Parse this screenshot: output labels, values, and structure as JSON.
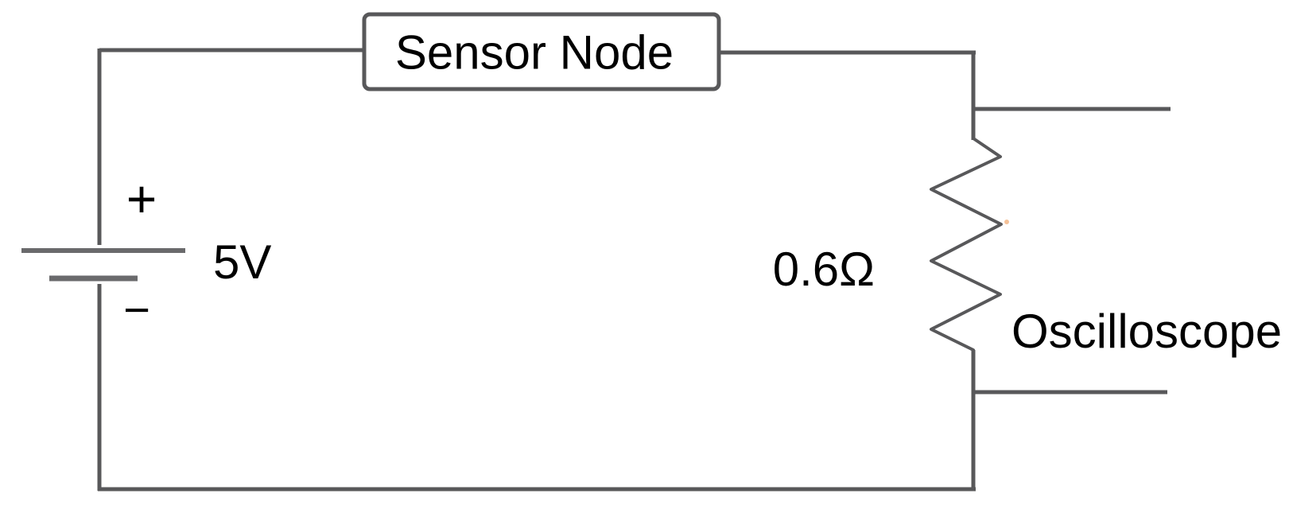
{
  "diagram": {
    "sensor_node": {
      "label": "Sensor Node"
    },
    "battery": {
      "voltage_label": "5V",
      "plus_label": "+",
      "minus_label": "−"
    },
    "resistor": {
      "value_label": "0.6Ω"
    },
    "oscilloscope": {
      "label": "Oscilloscope"
    },
    "colors": {
      "wire": "#58585a",
      "component_plate": "#6a6a6c",
      "label_text": "#000000",
      "background": "#ffffff"
    }
  }
}
